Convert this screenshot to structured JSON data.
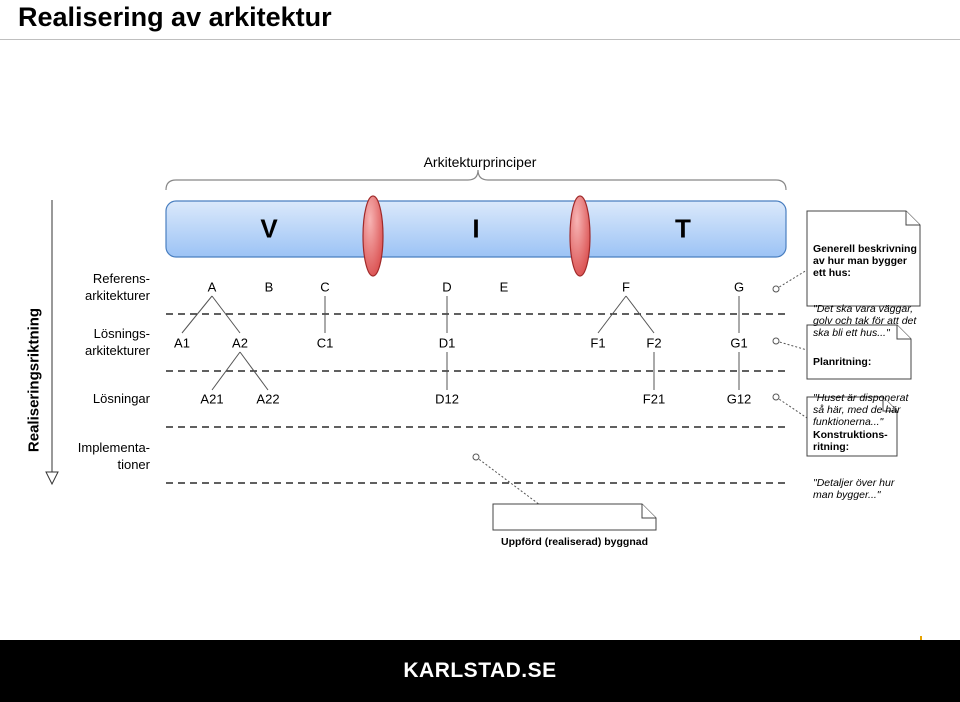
{
  "title": "Realisering av arkitektur",
  "principles_label": "Arkitekturprinciper",
  "direction_label": "Realiseringsriktning",
  "row_labels": {
    "reference": "Referens-\narkitekturer",
    "solution_arch": "Lösnings-\narkitekturer",
    "solutions": "Lösningar",
    "implementations": "Implementa-\ntioner"
  },
  "principles": [
    "V",
    "I",
    "T"
  ],
  "reference_items": [
    "A",
    "B",
    "C",
    "D",
    "E",
    "F",
    "G"
  ],
  "solution_arch_items": [
    "A1",
    "A2",
    "C1",
    "D1",
    "F1",
    "F2",
    "G1"
  ],
  "solution_items": [
    "A21",
    "A22",
    "D12",
    "F21",
    "G12"
  ],
  "notes": {
    "general": {
      "heading": "Generell beskrivning\nav hur man bygger\nett hus:",
      "body": "\"Det ska vara väggar,\ngolv och tak för att det\nska bli ett hus...\""
    },
    "plan": {
      "heading": "Planritning:",
      "body": "\"Huset är disponerat\nså här, med de här\nfunktionerna...\""
    },
    "construction": {
      "heading": "Konstruktions-\nritning:",
      "body": "\"Detaljer över hur\nman bygger...\""
    },
    "built": {
      "heading": "Uppförd (realiserad) byggnad"
    }
  },
  "brand": "KARLSTAD.SE",
  "colors": {
    "principle_bar": "#9cc3f5",
    "principle_bar_top": "#dbe9fb",
    "lens_red": "#e25a5a",
    "footer": "#000000"
  }
}
